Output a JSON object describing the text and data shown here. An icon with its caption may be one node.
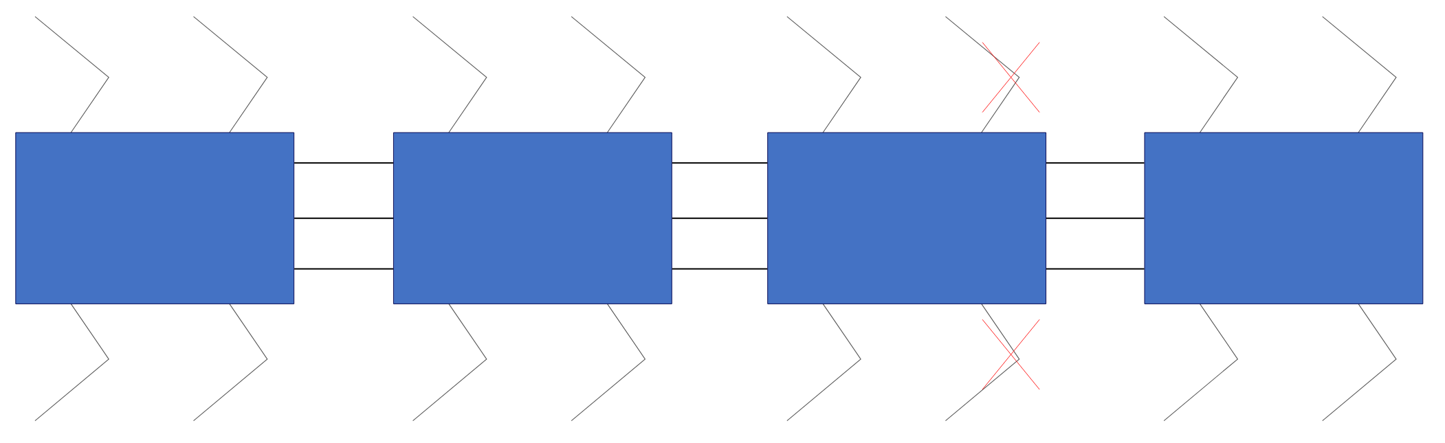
{
  "diagram": {
    "nodes": [
      {
        "text": [],
        "shape": "box"
      },
      {
        "text": [],
        "shape": "box"
      },
      {
        "text": [],
        "shape": "box"
      },
      {
        "text": [],
        "shape": "box"
      }
    ],
    "edges": [
      {
        "from": 0,
        "to": 1,
        "arrow": "none"
      },
      {
        "from": 0,
        "to": 1,
        "arrow": "none"
      },
      {
        "from": 0,
        "to": 1,
        "arrow": "none"
      },
      {
        "from": 1,
        "to": 2,
        "arrow": "none"
      },
      {
        "from": 1,
        "to": 2,
        "arrow": "none"
      },
      {
        "from": 1,
        "to": 2,
        "arrow": "none"
      },
      {
        "from": 2,
        "to": 3,
        "arrow": "none"
      },
      {
        "from": 2,
        "to": 3,
        "arrow": "none"
      },
      {
        "from": 2,
        "to": 3,
        "arrow": "none"
      }
    ]
  }
}
